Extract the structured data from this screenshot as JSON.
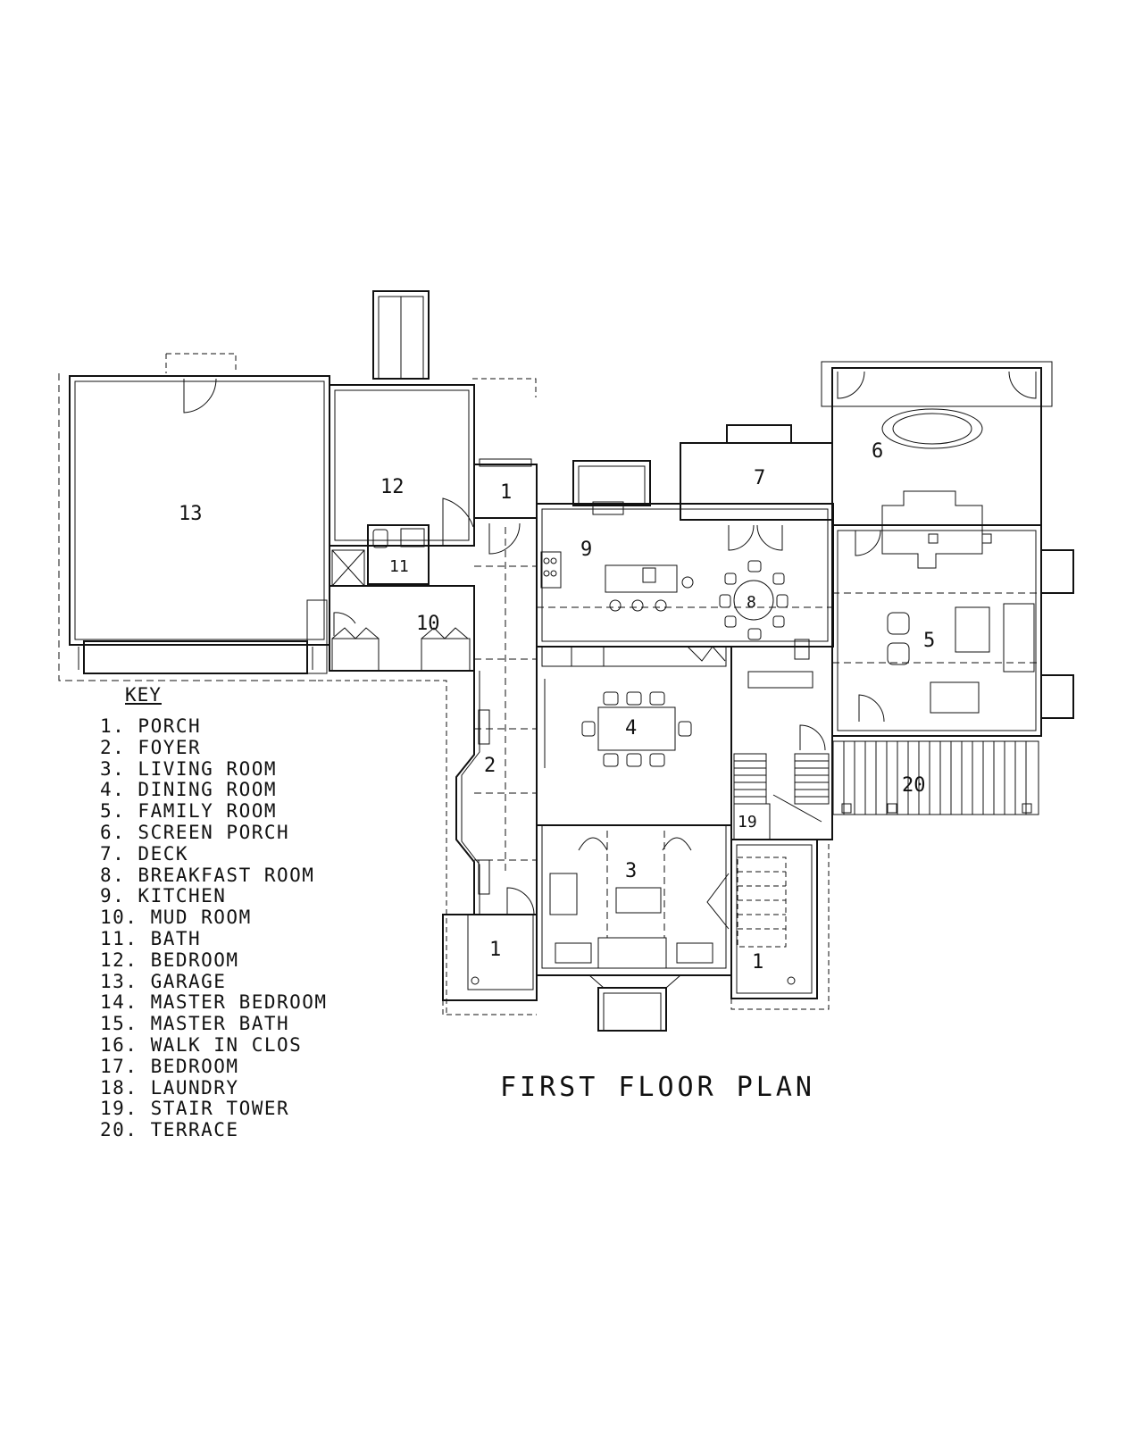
{
  "title": "FIRST FLOOR PLAN",
  "key": {
    "title": "KEY",
    "items": [
      "1. PORCH",
      "2. FOYER",
      "3. LIVING ROOM",
      "4. DINING ROOM",
      "5. FAMILY ROOM",
      "6. SCREEN PORCH",
      "7. DECK",
      "8. BREAKFAST ROOM",
      "9. KITCHEN",
      "10. MUD ROOM",
      "11. BATH",
      "12. BEDROOM",
      "13. GARAGE",
      "14. MASTER BEDROOM",
      "15. MASTER BATH",
      "16. WALK IN CLOS",
      "17. BEDROOM",
      "18. LAUNDRY",
      "19. STAIR TOWER",
      "20. TERRACE"
    ]
  },
  "rooms": {
    "garage": "13",
    "bedroom": "12",
    "bath": "11",
    "mud_room": "10",
    "kitchen": "9",
    "breakfast": "8",
    "deck": "7",
    "screen_porch": "6",
    "family_room": "5",
    "dining_room": "4",
    "living_room": "3",
    "foyer": "2",
    "porch_north": "1",
    "porch_west": "1",
    "porch_east": "1",
    "stair_tower": "19",
    "terrace": "20"
  }
}
